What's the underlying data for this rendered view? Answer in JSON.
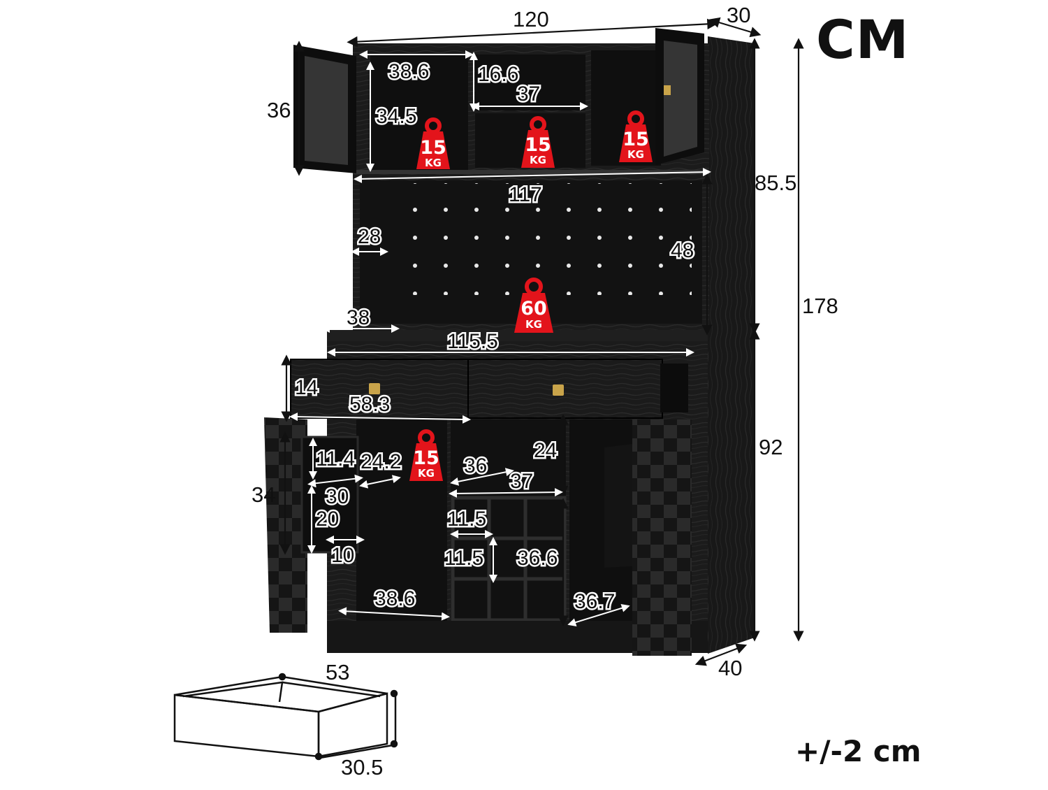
{
  "unit": "CM",
  "tolerance": "+/-2 cm",
  "colors": {
    "cabinet": "#1c1c1c",
    "cabinet_dark": "#0d0d0d",
    "weight_badge": "#e3141b",
    "handle": "#c9a44a",
    "dimension_line": "#111111"
  },
  "overall": {
    "width": "120",
    "top_depth": "30",
    "height": "178",
    "top_height": "85.5",
    "bottom_height": "92",
    "bottom_depth": "40"
  },
  "top_section": {
    "door_height": "36",
    "left_compartment_width": "38.6",
    "left_compartment_height": "34.5",
    "middle_upper_height": "16.6",
    "middle_shelf_width": "37",
    "shelf_width": "117",
    "pegboard_height": "48",
    "side_gap": "28",
    "counter_depth": "38",
    "counter_width": "115.5"
  },
  "bottom_section": {
    "drawer_height": "14",
    "drawer_width": "58.3",
    "door_rack_height": "11.4",
    "door_rack_width": "24.2",
    "door_height": "34",
    "door_rack_lower_width": "30",
    "door_rack_lower_height": "20",
    "door_rack_depth": "10",
    "left_compartment_width": "38.6",
    "middle_upper_height": "24",
    "middle_width": "36",
    "middle_depth": "37",
    "wine_cell_width": "11.5",
    "wine_cell_height": "11.5",
    "wine_rack_height": "36.6",
    "right_depth": "36.7"
  },
  "drawer_detail": {
    "length": "53",
    "width": "30.5"
  },
  "weight_badges": [
    {
      "value": "15",
      "unit": "KG"
    },
    {
      "value": "15",
      "unit": "KG"
    },
    {
      "value": "15",
      "unit": "KG"
    },
    {
      "value": "60",
      "unit": "KG"
    },
    {
      "value": "15",
      "unit": "KG"
    }
  ]
}
